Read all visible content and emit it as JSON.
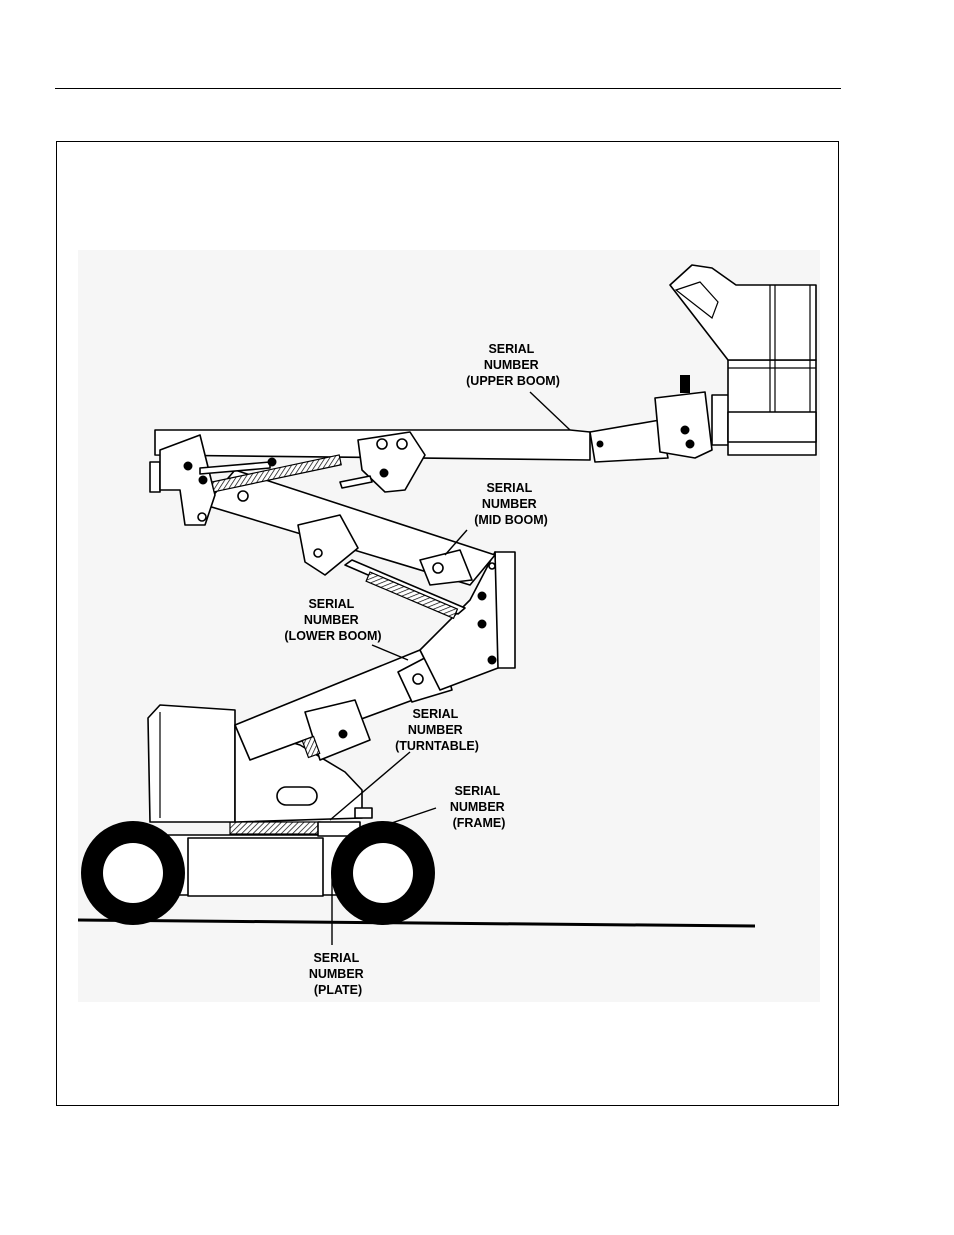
{
  "figure": {
    "labels": {
      "upper_boom": [
        "SERIAL",
        "NUMBER",
        "(UPPER BOOM)"
      ],
      "mid_boom": [
        "SERIAL",
        "NUMBER",
        "(MID BOOM)"
      ],
      "lower_boom": [
        "SERIAL",
        "NUMBER",
        "(LOWER BOOM)"
      ],
      "turntable": [
        "SERIAL",
        "NUMBER",
        "(TURNTABLE)"
      ],
      "frame": [
        "SERIAL",
        "NUMBER",
        "(FRAME)"
      ],
      "plate": [
        "SERIAL",
        "NUMBER",
        "(PLATE)"
      ]
    }
  }
}
